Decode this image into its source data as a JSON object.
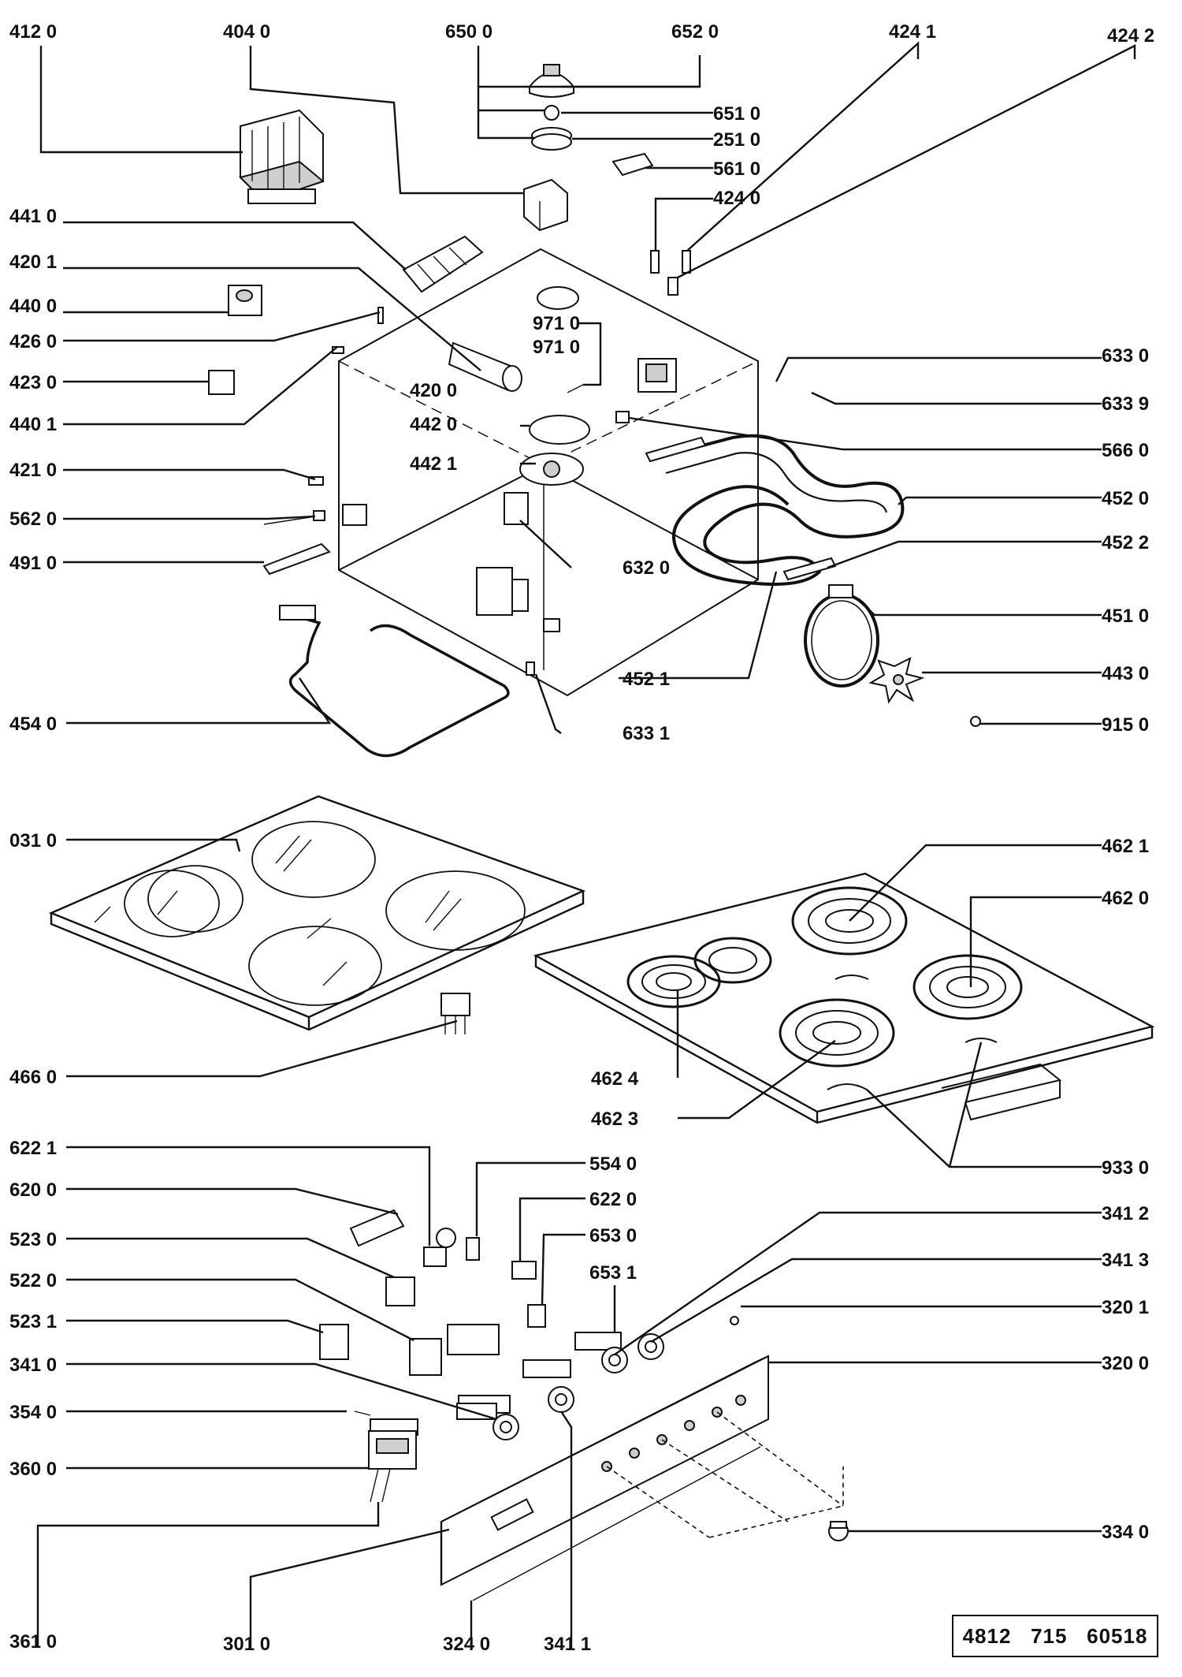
{
  "reference_number": "4812   715   60518",
  "labels": {
    "l4120": "412 0",
    "l4040": "404 0",
    "l6500": "650 0",
    "l6520": "652 0",
    "l4241": "424 1",
    "l4242": "424 2",
    "l6510": "651 0",
    "l2510": "251 0",
    "l5610": "561 0",
    "l4240": "424 0",
    "l4410": "441 0",
    "l4201": "420 1",
    "l4400": "440 0",
    "l4260": "426 0",
    "l9710a": "971 0",
    "l9710b": "971 0",
    "l4230": "423 0",
    "l4200": "420 0",
    "l6330": "633 0",
    "l6339": "633 9",
    "l4401": "440 1",
    "l4420": "442 0",
    "l5660": "566 0",
    "l4421": "442 1",
    "l4210": "421 0",
    "l4520": "452 0",
    "l5620": "562 0",
    "l4522": "452 2",
    "l4910": "491 0",
    "l6320": "632 0",
    "l4510": "451 0",
    "l4521": "452 1",
    "l4430": "443 0",
    "l6331": "633 1",
    "l4540": "454 0",
    "l9150": "915 0",
    "l0310": "031 0",
    "l4621": "462 1",
    "l4620": "462 0",
    "l4660": "466 0",
    "l4624": "462 4",
    "l4623": "462 3",
    "l9330": "933 0",
    "l6221": "622 1",
    "l5540": "554 0",
    "l6200": "620 0",
    "l6220": "622 0",
    "l3412": "341 2",
    "l5230": "523 0",
    "l6530": "653 0",
    "l3413": "341 3",
    "l5220": "522 0",
    "l6531": "653 1",
    "l3201": "320 1",
    "l5231": "523 1",
    "l3200": "320 0",
    "l3410": "341 0",
    "l3540": "354 0",
    "l3600": "360 0",
    "l3340": "334 0",
    "l3610": "361 0",
    "l3010": "301 0",
    "l3240": "324 0",
    "l3411": "341 1"
  }
}
